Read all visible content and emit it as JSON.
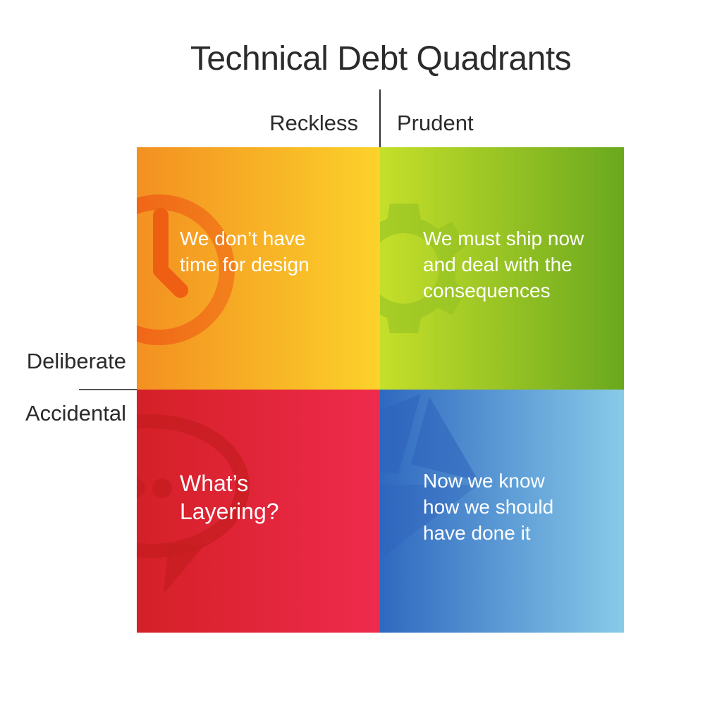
{
  "title": "Technical Debt Quadrants",
  "axes": {
    "horizontal": {
      "left": "Reckless",
      "right": "Prudent"
    },
    "vertical": {
      "top": "Deliberate",
      "bottom": "Accidental"
    }
  },
  "quadrants": [
    {
      "position": "top-left",
      "axis_x": "Reckless",
      "axis_y": "Deliberate",
      "text": "We don’t have\ntime for design",
      "icon": "clock-icon",
      "gradient": [
        "#f39021",
        "#fcd22a"
      ],
      "icon_color": "#ee5a14"
    },
    {
      "position": "top-right",
      "axis_x": "Prudent",
      "axis_y": "Deliberate",
      "text": "We must ship now\nand deal with the\nconsequences",
      "icon": "gear-icon",
      "gradient": [
        "#c5df2a",
        "#6aa81e"
      ],
      "icon_color": "#8fbf22"
    },
    {
      "position": "bottom-left",
      "axis_x": "Reckless",
      "axis_y": "Accidental",
      "text": "What’s\nLayering?",
      "icon": "speech-bubble-icon",
      "gradient": [
        "#d42027",
        "#ef2b4d"
      ],
      "icon_color": "#c41c1f"
    },
    {
      "position": "bottom-right",
      "axis_x": "Prudent",
      "axis_y": "Accidental",
      "text": "Now we know\nhow we should\nhave done it",
      "icon": "paper-plane-icon",
      "gradient": [
        "#2f68c0",
        "#87cbe9"
      ],
      "icon_color": "#2d62bb"
    }
  ]
}
